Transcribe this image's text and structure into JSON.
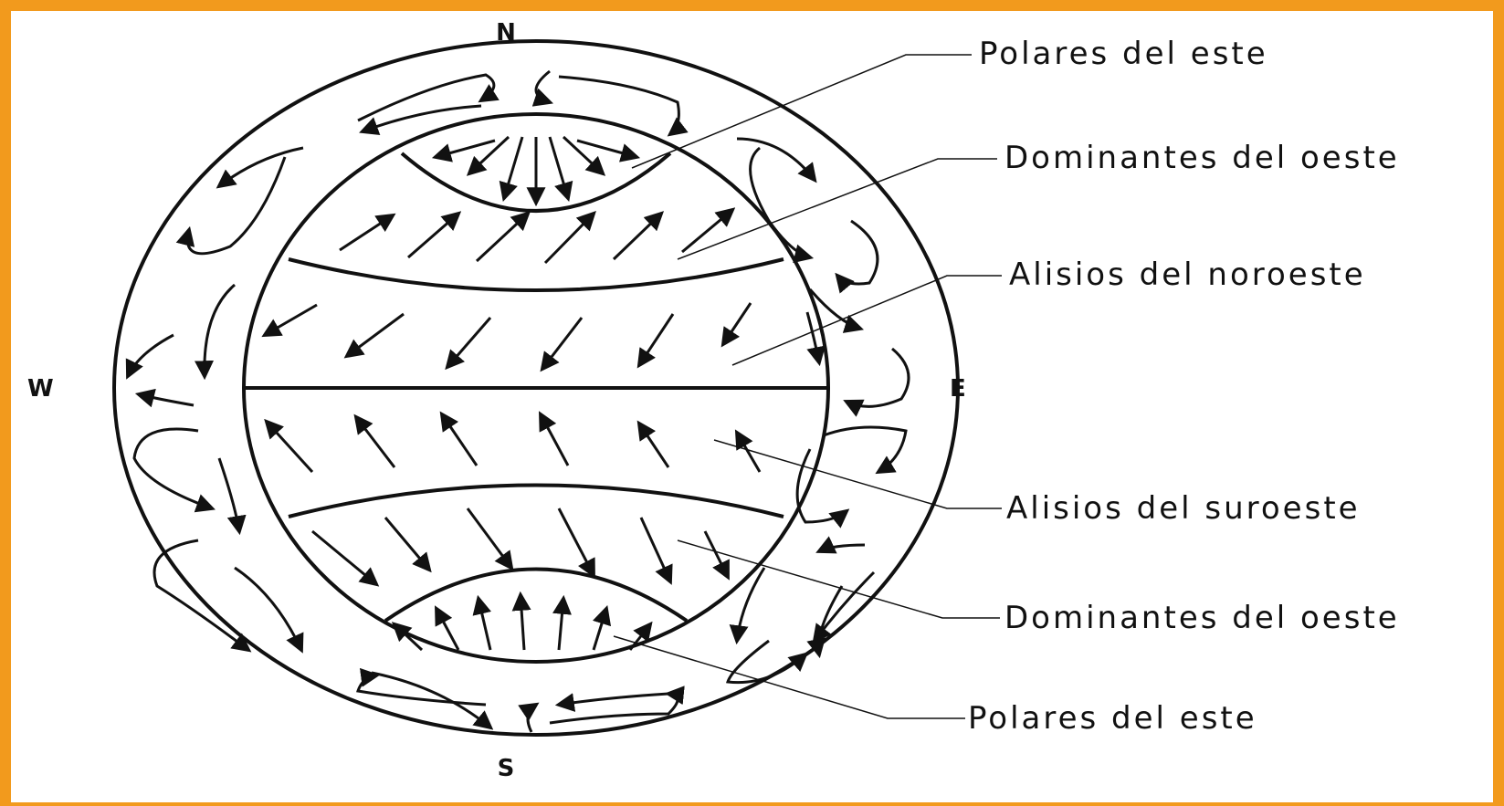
{
  "compass": {
    "north": "N",
    "south": "S",
    "east": "E",
    "west": "W"
  },
  "wind_labels": [
    "Polares del este",
    "Dominantes del oeste",
    "Alisios del noroeste",
    "Alisios del suroeste",
    "Dominantes del oeste",
    "Polares del este"
  ],
  "colors": {
    "frame": "#f29a1d",
    "ink": "#111111",
    "background": "#ffffff"
  }
}
